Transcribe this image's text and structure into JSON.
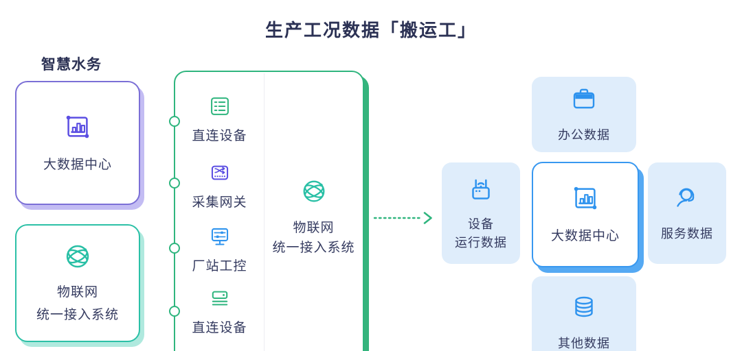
{
  "title": "生产工况数据「搬运工」",
  "colors": {
    "navy_text": "#2B3154",
    "purple_accent": "#5B4EE2",
    "purple_border": "#7B6FD6",
    "teal_accent": "#28BFA5",
    "green_accent": "#2FB57E",
    "blue_accent": "#2E93EE",
    "light_blue_tile": "#DFEDFB"
  },
  "left_panel": {
    "heading": "智慧水务",
    "big_data_card": {
      "label": "大数据中心",
      "icon": "bar-chart-frame-icon"
    },
    "iot_card": {
      "lines": [
        "物联网",
        "统一接入系统"
      ],
      "icon": "globe-network-icon"
    }
  },
  "middle_panel": {
    "sources": [
      {
        "label": "直连设备",
        "icon": "server-list-icon"
      },
      {
        "label": "采集网关",
        "icon": "gateway-switch-icon"
      },
      {
        "label": "厂站工控",
        "icon": "monitor-control-icon"
      },
      {
        "label": "直连设备",
        "icon": "modem-icon"
      }
    ],
    "system": {
      "lines": [
        "物联网",
        "统一接入系统"
      ],
      "icon": "globe-network-icon"
    }
  },
  "flow_arrow": {
    "direction": "right",
    "style": "dotted"
  },
  "right_panel": {
    "office_card": {
      "label": "办公数据",
      "icon": "briefcase-icon"
    },
    "device_card": {
      "lines": [
        "设备",
        "运行数据"
      ],
      "icon": "router-icon"
    },
    "center_card": {
      "label": "大数据中心",
      "icon": "bar-chart-frame-icon"
    },
    "service_card": {
      "label": "服务数据",
      "icon": "headset-agent-icon"
    },
    "other_card": {
      "label": "其他数据",
      "icon": "database-icon"
    }
  }
}
